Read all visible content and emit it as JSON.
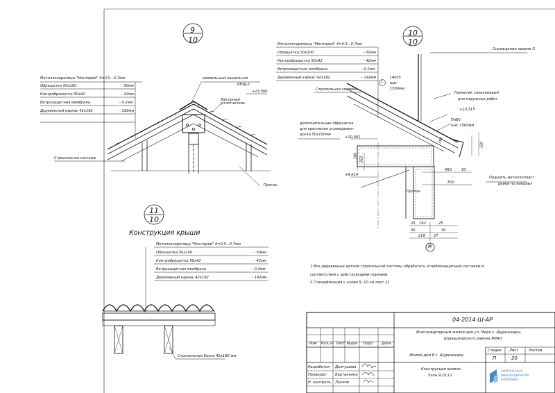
{
  "node9": {
    "top": "9",
    "bottom": "10",
    "layers": [
      {
        "name": "Металлочерепица \"Монтерей\" δ=0.5...0.7мм",
        "thick": ""
      },
      {
        "name": "Обрешетка 50х100",
        "thick": "- 50мм"
      },
      {
        "name": "Контробрешетка 50х42",
        "thick": "- 42мм"
      },
      {
        "name": "Ветрозащитная мембрана",
        "thick": "- 0.2мм"
      },
      {
        "name": "Деревянный каркас 42х192",
        "thick": "- 192мм"
      }
    ],
    "ridge_label": "кровельный нащельник",
    "ridge_code": "КНЩ-1",
    "figured_seal": "Фигурный уплотнитель",
    "elevation": "+13,000",
    "rafter_system": "Стропильная система",
    "purlin": "Прогон"
  },
  "node10": {
    "top": "10",
    "bottom": "10",
    "layers": [
      {
        "name": "Металлочерепица \"Монтерей\" δ=0.5...0.7мм",
        "thick": ""
      },
      {
        "name": "Обрешетка 50х100",
        "thick": "- 50мм"
      },
      {
        "name": "Контробрешетка 50х42",
        "thick": "- 42мм"
      },
      {
        "name": "Ветрозащитная мембрана",
        "thick": "- 0.2мм"
      },
      {
        "name": "Деревянный каркас 42х192",
        "thick": "- 192мм"
      }
    ],
    "fence": "Ограждение кровли G",
    "angle": "L40х5",
    "angle_step": "шаг",
    "angle_step_val": "1500мм",
    "marker": "1",
    "sealant": "Герметик силиконовый",
    "sealant2": "для наружных работ",
    "rafter_system": "Стропильная система",
    "elev1": "+10,315",
    "pl": "Пл80",
    "pl_step": "шаг 1500мм",
    "extra_batten": "дополнительная обрешетка",
    "extra_batten2": "для крепления ограждения-",
    "extra_batten3": "доска 50х100мм",
    "elev2": "+10,001",
    "elev3": "+9,614",
    "dim_192": "192",
    "dim_320": "320",
    "dim_100": "100",
    "dim_262": "262",
    "dim_450": "450",
    "dim_50": "50",
    "dim_500": "500",
    "metal": "Подшить металлопласт",
    "metal2": "рейки по направл",
    "purlin": "Прогон",
    "dims_bottom": [
      "25",
      "192",
      "25",
      "30",
      "219",
      "27",
      "30"
    ],
    "axis": "М"
  },
  "node11": {
    "top": "11",
    "bottom": "10",
    "heading": "Конструкция крыши",
    "layers": [
      {
        "name": "Металлочерепица \"Монтерей\" δ=0.5...0.7мм",
        "thick": ""
      },
      {
        "name": "Обрешетка 50х100",
        "thick": "- 50мм"
      },
      {
        "name": "Контробрешетка 50х42",
        "thick": "- 42мм"
      },
      {
        "name": "Ветрозащитная мембрана",
        "thick": "- 0.2мм"
      },
      {
        "name": "Деревянный каркас 42х192",
        "thick": "- 192мм"
      }
    ],
    "rafter_beam": "Стропильная балка 42х192 мм"
  },
  "notes": [
    "1  Все деревянные детали стропильной системы обработать огнебиозащитным составом в",
    "соответствии с действующими нормами.",
    "2  Спецификация к узлам 9, 10 см.лист 21"
  ],
  "stamp": {
    "code": "04-2014-Ш-АР",
    "project1": "Многоквартирный жилой дом ул. Мира с. Шурышкары,",
    "project2": "Шурышкарского района ЯНАО",
    "object": "Жилой дом 8 с. Шурышкары",
    "sheet_title1": "Конструкции кровли",
    "sheet_title2": "Узлы 9,10,11",
    "col_izm": "Изм",
    "col_koluch": "Кол.уч",
    "col_list": "Лист",
    "col_ndok": "№док.",
    "col_podp": "Подп.",
    "col_data": "Дата",
    "stage_h": "Стадия",
    "list_h": "Лист",
    "lists_h": "Листов",
    "stage": "П",
    "sheet": "20",
    "role1": "Разработал",
    "name1": "Долгушева",
    "role2": "Проверил",
    "name2": "Вартаньянц",
    "role3": "Н. контроль",
    "name3": "Лысков",
    "company1": "АРКТИЧЕСКАЯ",
    "company2": "ИННОВАЦИОННАЯ",
    "company3": "КОМПАНИЯ"
  }
}
